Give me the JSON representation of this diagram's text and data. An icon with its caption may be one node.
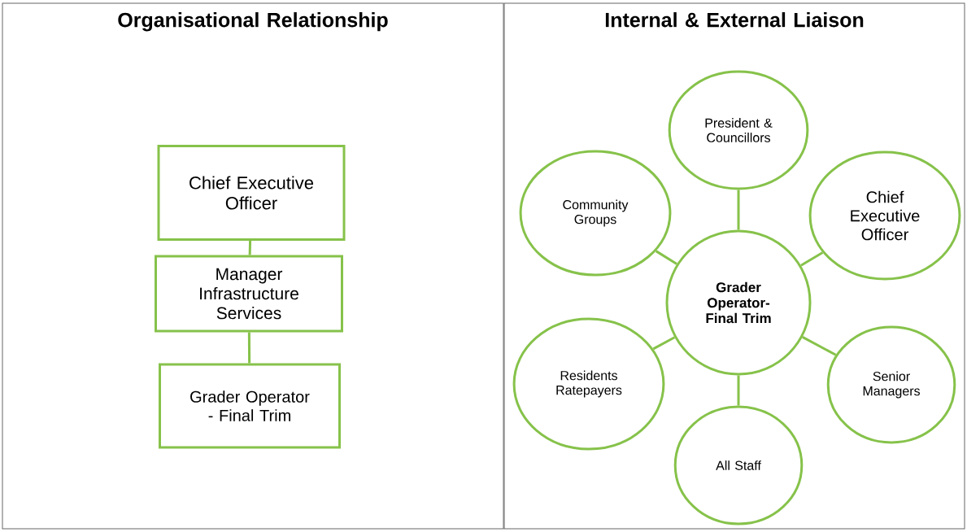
{
  "diagram": {
    "nodes": [
      {
        "text": [
          "Organisational Relationship"
        ]
      },
      {
        "text": [
          "Chief Executive Officer"
        ],
        "in": 0
      },
      {
        "text": [
          "Manager Infrastructure Services"
        ],
        "in": 0
      },
      {
        "text": [
          "Grader Operator - Final Trim"
        ],
        "in": 0
      },
      {
        "text": [
          "Internal & External Liaison"
        ]
      },
      {
        "text": [
          "Grader Operator- Final Trim"
        ],
        "in": 4
      },
      {
        "text": [
          "President & Councillors"
        ],
        "in": 4
      },
      {
        "text": [
          "Community Groups"
        ],
        "in": 4
      },
      {
        "text": [
          "Chief Executive Officer"
        ],
        "in": 4
      },
      {
        "text": [
          "Residents Ratepayers"
        ],
        "in": 4
      },
      {
        "text": [
          "Senior Managers"
        ],
        "in": 4
      },
      {
        "text": [
          "All Staff"
        ],
        "in": 4
      }
    ],
    "edges": [
      {
        "from": 1,
        "to": 2,
        "arrow": "none"
      },
      {
        "from": 2,
        "to": 3,
        "arrow": "none"
      },
      {
        "from": 5,
        "to": 6,
        "arrow": "none"
      },
      {
        "from": 5,
        "to": 7,
        "arrow": "none"
      },
      {
        "from": 5,
        "to": 8,
        "arrow": "none"
      },
      {
        "from": 5,
        "to": 9,
        "arrow": "none"
      },
      {
        "from": 5,
        "to": 10,
        "arrow": "none"
      },
      {
        "from": 5,
        "to": 11,
        "arrow": "none"
      }
    ]
  }
}
